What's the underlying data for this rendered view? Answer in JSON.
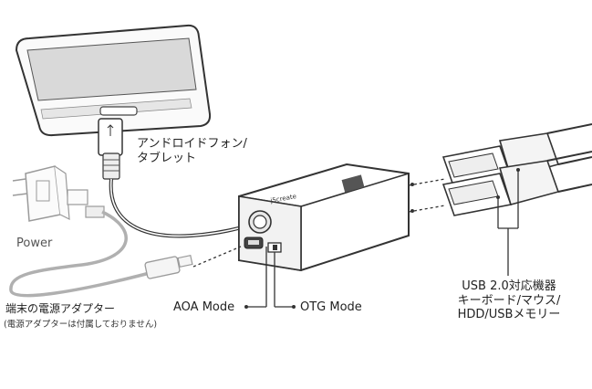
{
  "labels": {
    "phone": [
      "アンドロイドフォン/",
      "タブレット"
    ],
    "power": "Power",
    "power_adapter": "端末の電源アダプター",
    "power_adapter_note": "(電源アダプターは付属しておりません)",
    "aoa_mode": "AOA Mode",
    "otg_mode": "OTG Mode",
    "usb_devices": [
      "USB 2.0対応機器",
      "キーボード/マウス/",
      "HDD/USBメモリー"
    ],
    "device_logo": "j5create"
  },
  "colors": {
    "line": "#333333",
    "light_line": "#9a9a9a",
    "phone_screen": "#d7d7d7",
    "fill_light": "#ececec"
  }
}
